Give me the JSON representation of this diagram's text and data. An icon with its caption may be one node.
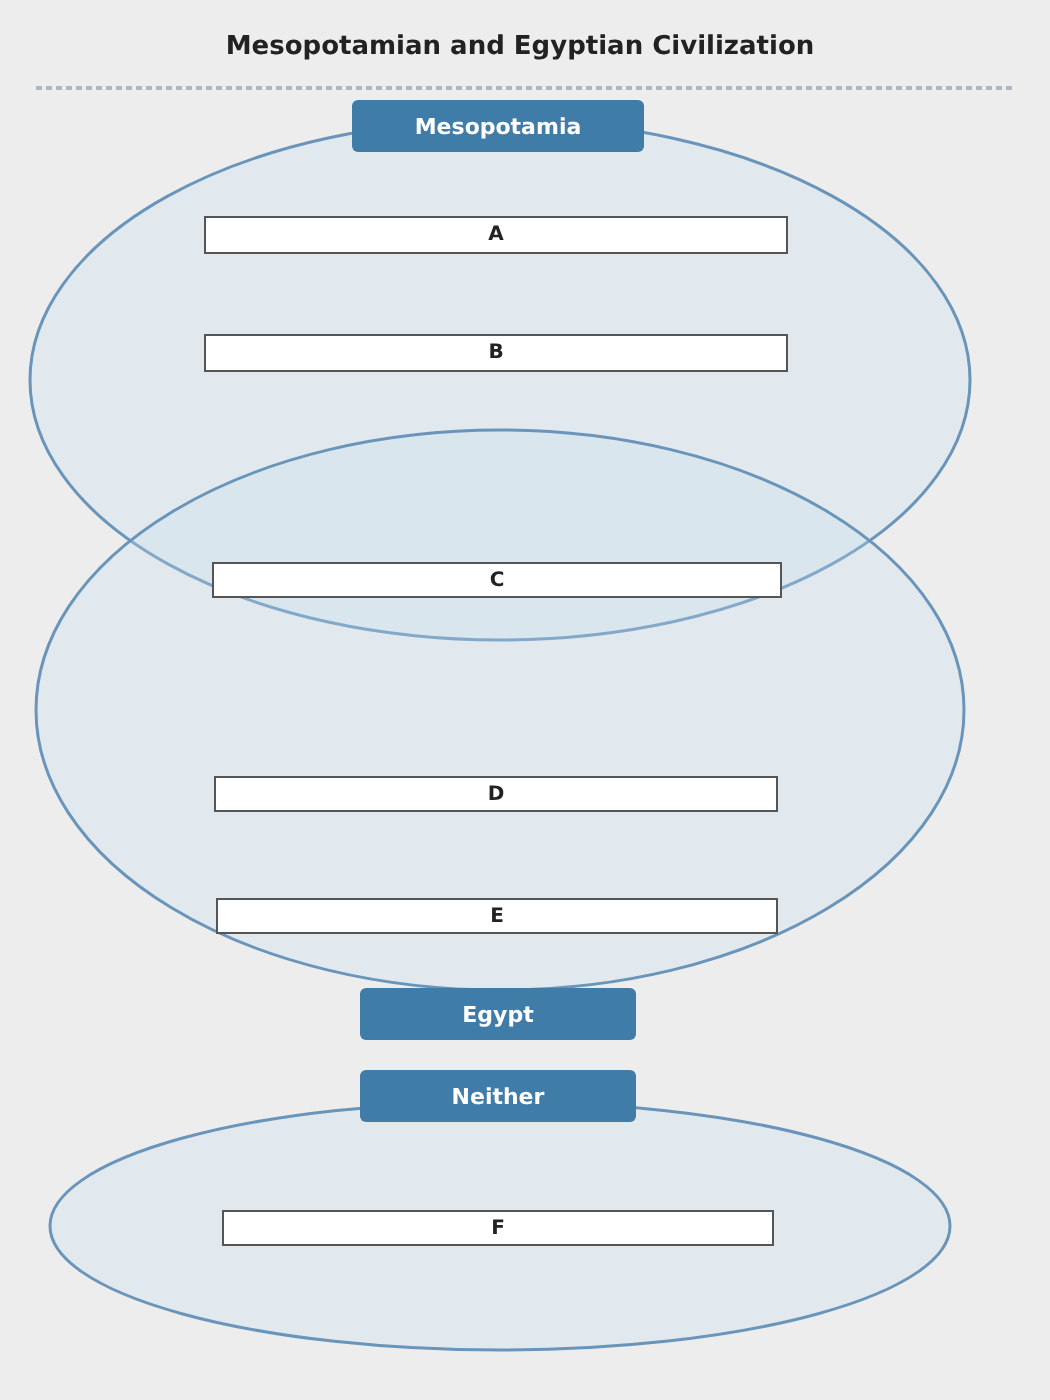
{
  "diagram": {
    "title": "Mesopotamian and Egyptian Civilization",
    "nodes": [
      {
        "text": [
          "Mesopotamia"
        ]
      },
      {
        "text": [
          "A"
        ],
        "in": 0
      },
      {
        "text": [
          "B"
        ],
        "in": 0
      },
      {
        "text": [
          "C"
        ]
      },
      {
        "text": [
          "Egypt"
        ]
      },
      {
        "text": [
          "D"
        ],
        "in": 4
      },
      {
        "text": [
          "E"
        ],
        "in": 4
      },
      {
        "text": [
          "Neither"
        ]
      },
      {
        "text": [
          "F"
        ],
        "in": 7
      }
    ]
  }
}
